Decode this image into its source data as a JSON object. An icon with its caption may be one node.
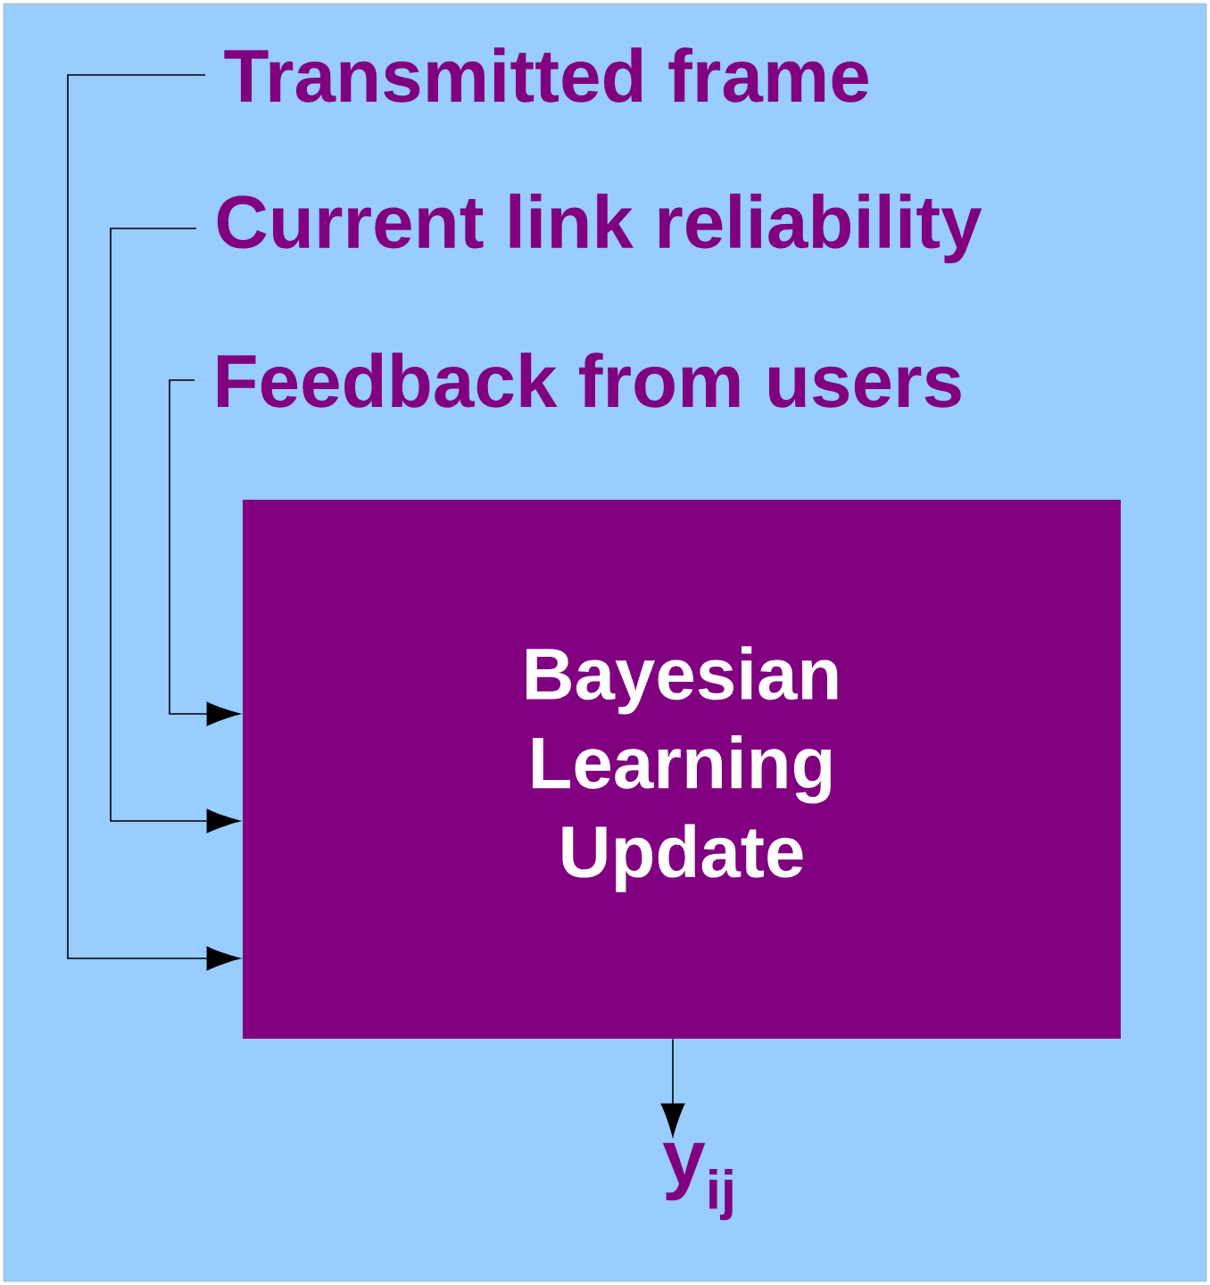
{
  "diagram": {
    "nodes": [
      {
        "text": [
          "Transmitted frame"
        ]
      },
      {
        "text": [
          "Current link reliability"
        ]
      },
      {
        "text": [
          "Feedback from users"
        ]
      },
      {
        "text": [
          "Bayesian Learning Update"
        ]
      },
      {
        "text": [
          "y$_{ij}$"
        ]
      }
    ],
    "edges": [
      {
        "from": 0,
        "to": 3,
        "arrow": "to"
      },
      {
        "from": 1,
        "to": 3,
        "arrow": "to"
      },
      {
        "from": 2,
        "to": 3,
        "arrow": "to"
      },
      {
        "from": 3,
        "to": 4,
        "arrow": "to"
      }
    ]
  }
}
